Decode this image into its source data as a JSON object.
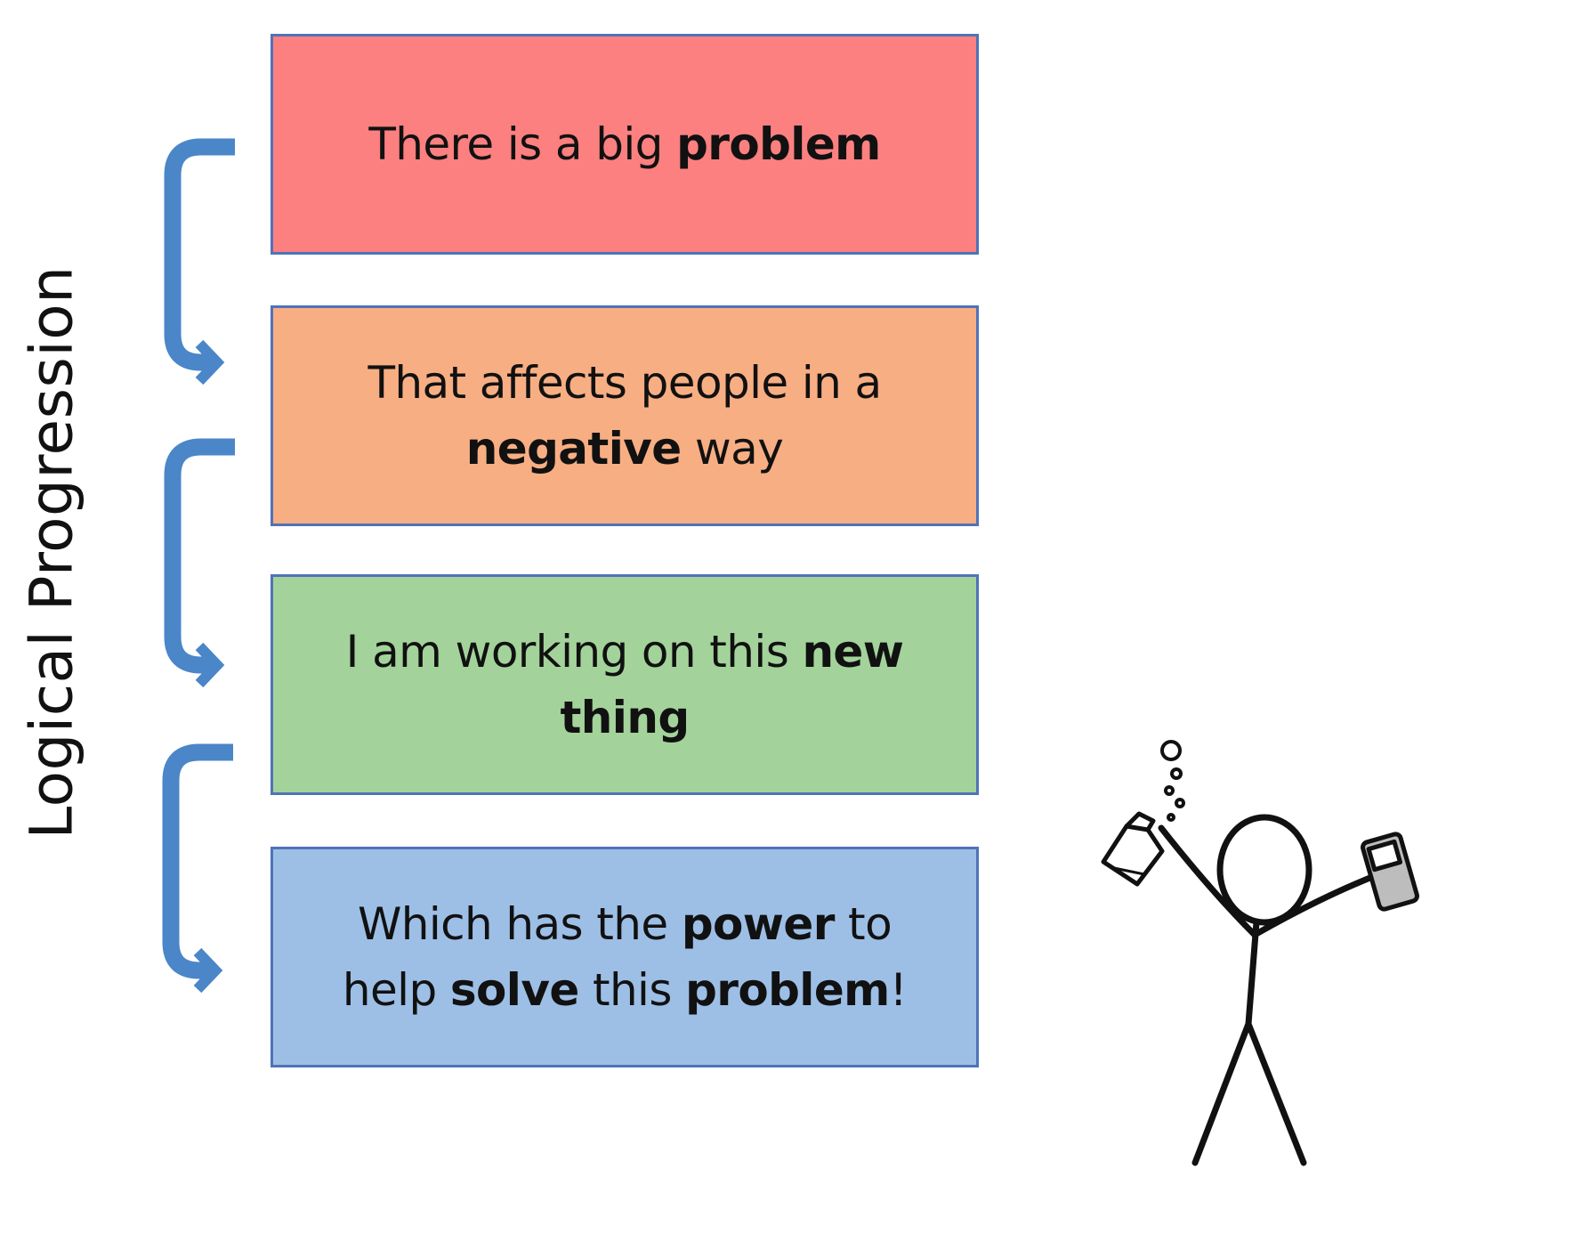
{
  "vertical_label": "Logical Progression",
  "steps": [
    {
      "fill": "#fc8080",
      "segments": [
        {
          "text": "There is a big ",
          "bold": false
        },
        {
          "text": "problem",
          "bold": true
        }
      ]
    },
    {
      "fill": "#f8ae83",
      "segments": [
        {
          "text": "That affects people in a ",
          "bold": false
        },
        {
          "text": "negative",
          "bold": true
        },
        {
          "text": " way",
          "bold": false
        }
      ]
    },
    {
      "fill": "#a3d39a",
      "segments": [
        {
          "text": "I am working on this ",
          "bold": false
        },
        {
          "text": "new thing",
          "bold": true
        }
      ]
    },
    {
      "fill": "#9dbfe6",
      "segments": [
        {
          "text": "Which has the ",
          "bold": false
        },
        {
          "text": "power",
          "bold": true
        },
        {
          "text": " to help ",
          "bold": false
        },
        {
          "text": "solve",
          "bold": true
        },
        {
          "text": " this ",
          "bold": false
        },
        {
          "text": "problem",
          "bold": true
        },
        {
          "text": "!",
          "bold": false
        }
      ]
    }
  ],
  "colors": {
    "arrow": "#4a86c8",
    "box_border": "#4f73b8",
    "text": "#111111"
  },
  "icons": {
    "arrows": "curved-bracket-arrow-icon",
    "figure": "stick-figure-scientist-icon",
    "flask": "flask-icon",
    "phone": "mobile-phone-icon"
  }
}
